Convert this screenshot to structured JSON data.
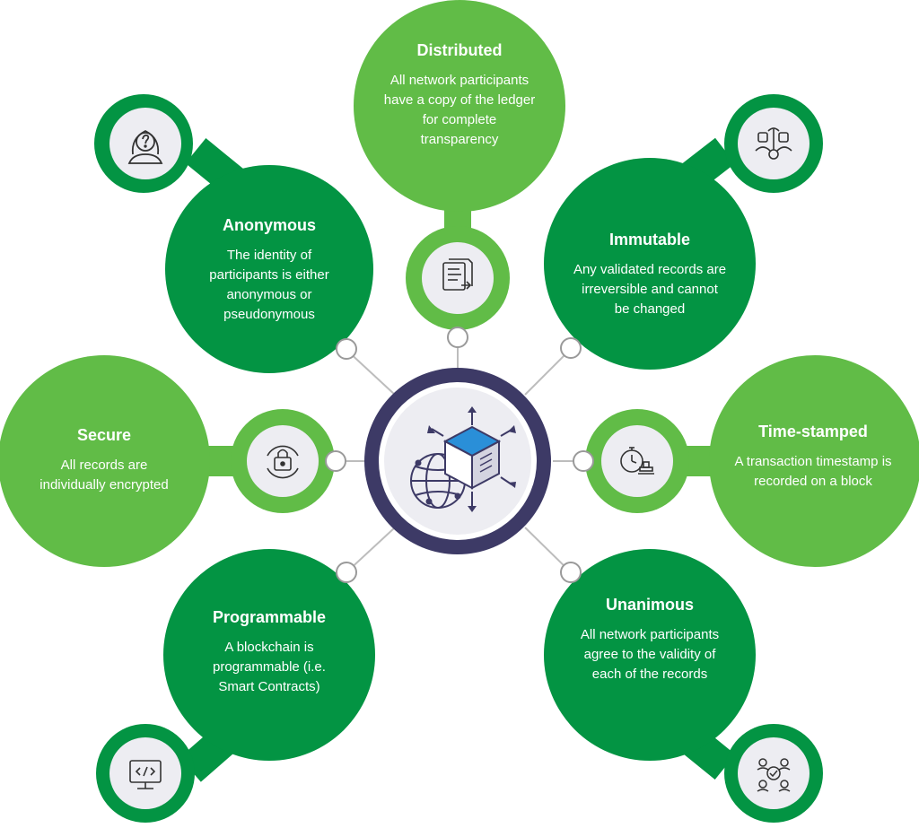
{
  "colors": {
    "dark_green": "#039443",
    "light_green": "#61BC47",
    "hub_ring": "#3D3A66",
    "connector": "#BDBDBD",
    "icon_bg": "#EDEDF2"
  },
  "hub": {
    "icon": "blockchain-cube-globe-icon"
  },
  "features": [
    {
      "key": "distributed",
      "title": "Distributed",
      "description": "All network participants have a copy of the ledger for complete transparency",
      "icon": "document-ledger-icon",
      "tone": "light_green"
    },
    {
      "key": "anonymous",
      "title": "Anonymous",
      "description": "The identity of participants is either anonymous or pseudonymous",
      "icon": "anonymous-user-icon",
      "tone": "dark_green"
    },
    {
      "key": "immutable",
      "title": "Immutable",
      "description": "Any validated records are irreversible and cannot be changed",
      "icon": "locked-network-icon",
      "tone": "dark_green"
    },
    {
      "key": "secure",
      "title": "Secure",
      "description": "All records are individually encrypted",
      "icon": "padlock-icon",
      "tone": "light_green"
    },
    {
      "key": "time_stamped",
      "title": "Time-stamped",
      "description": "A transaction timestamp is recorded on a block",
      "icon": "stopwatch-stamp-icon",
      "tone": "light_green"
    },
    {
      "key": "programmable",
      "title": "Programmable",
      "description": "A blockchain is programmable (i.e. Smart Contracts)",
      "icon": "code-monitor-icon",
      "tone": "dark_green"
    },
    {
      "key": "unanimous",
      "title": "Unanimous",
      "description": "All network participants agree to the validity of each of the records",
      "icon": "group-consensus-icon",
      "tone": "dark_green"
    }
  ]
}
